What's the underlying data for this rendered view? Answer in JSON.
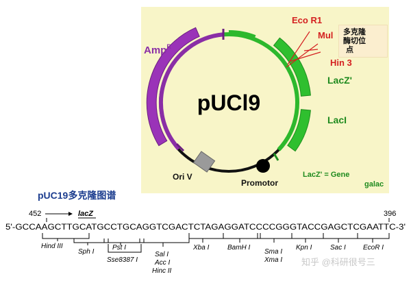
{
  "map": {
    "plasmid_name": "pUCl9",
    "amp_label": "Amp",
    "amp_sup": "R",
    "ecor1_label": "Eco R1",
    "mul_label": "Mul",
    "hind3_label": "Hin  3",
    "lacz_label": "LacZ'",
    "laci_label": "LacI",
    "ori_label": "Ori V",
    "promotor_label": "Promotor",
    "legend_line1": "LacZ' = Gene",
    "legend_line2": "galac",
    "colors": {
      "amp": "#8a2ea6",
      "lac": "#2db82d",
      "backbone": "#111111",
      "site": "#d42020",
      "legend": "#1e8a1e"
    }
  },
  "callout": {
    "line1": "多克隆",
    "line2": "酶切位",
    "line3": "点"
  },
  "section_title": "pUC19多克隆图谱",
  "sequence": {
    "left_number": "452",
    "right_number": "396",
    "arrow_label": "lacZ",
    "dna": "5'-GCCAAGCTTGCATGCCTGCAGGTCGACTCTAGAGGATCCCCGGGTACCGAGCTCGAATTC-3'",
    "enzymes": {
      "hind3": "Hind III",
      "sph1": "Sph I",
      "pst1": "Pst I",
      "sse8387": "Sse8387 I",
      "sal1": "Sal I",
      "acc1": "Acc I",
      "hinc2": "Hinc II",
      "xba1": "Xba I",
      "bamh1": "BamH I",
      "sma1": "Sma I",
      "xma1": "Xma I",
      "kpn1": "Kpn I",
      "sac1": "Sac I",
      "ecor1": "EcoR I"
    }
  },
  "watermark": "知乎 @科研很号三"
}
